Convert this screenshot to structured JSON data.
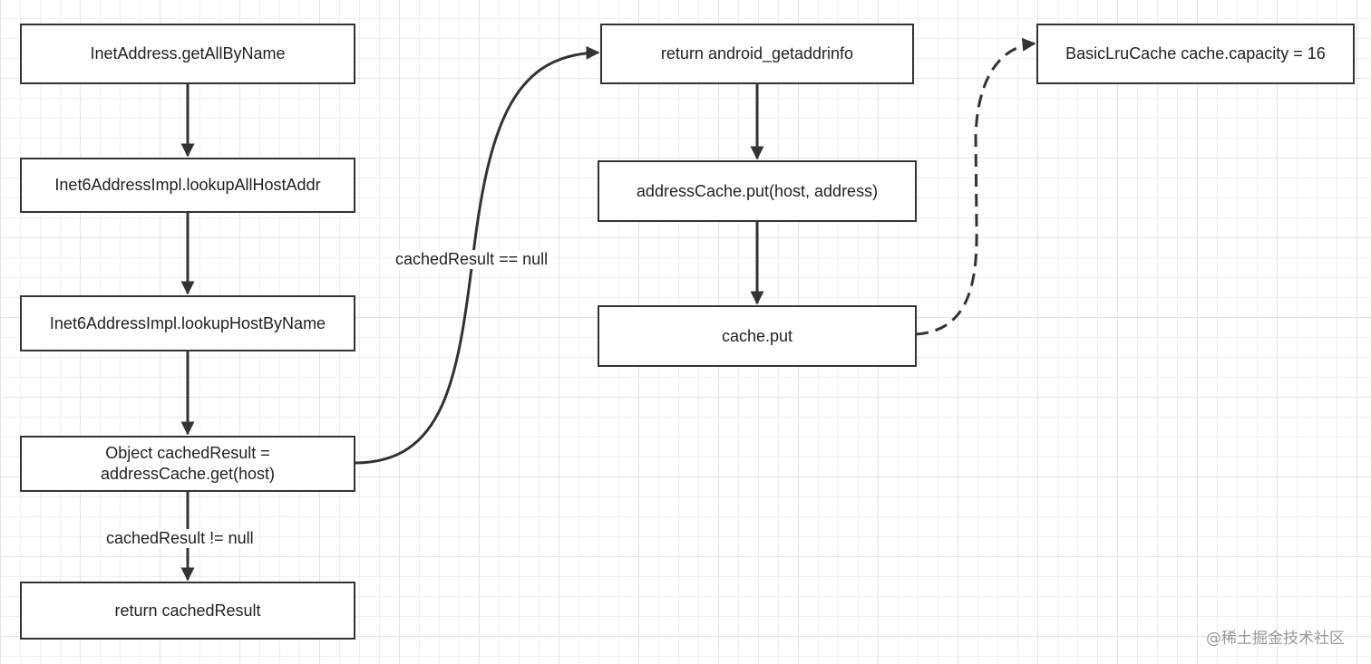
{
  "diagram": {
    "nodes": {
      "getAllByName": "InetAddress.getAllByName",
      "lookupAllHostAddr": "Inet6AddressImpl.lookupAllHostAddr",
      "lookupHostByName": "Inet6AddressImpl.lookupHostByName",
      "cacheGet_line1": "Object cachedResult =",
      "cacheGet_line2": "addressCache.get(host)",
      "returnCached": "return cachedResult",
      "returnGetaddrinfo": "return android_getaddrinfo",
      "addressCachePut": "addressCache.put(host, address)",
      "cachePut": "cache.put",
      "basicLruCache": "BasicLruCache cache.capacity = 16"
    },
    "edge_labels": {
      "cached_null": "cachedResult == null",
      "cached_not_null": "cachedResult != null"
    },
    "edges": [
      {
        "from": "getAllByName",
        "to": "lookupAllHostAddr",
        "style": "solid"
      },
      {
        "from": "lookupAllHostAddr",
        "to": "lookupHostByName",
        "style": "solid"
      },
      {
        "from": "lookupHostByName",
        "to": "cacheGet",
        "style": "solid"
      },
      {
        "from": "cacheGet",
        "to": "returnCached",
        "style": "solid",
        "label": "cachedResult != null"
      },
      {
        "from": "cacheGet",
        "to": "returnGetaddrinfo",
        "style": "solid",
        "label": "cachedResult == null"
      },
      {
        "from": "returnGetaddrinfo",
        "to": "addressCachePut",
        "style": "solid"
      },
      {
        "from": "addressCachePut",
        "to": "cachePut",
        "style": "solid"
      },
      {
        "from": "cachePut",
        "to": "basicLruCache",
        "style": "dashed"
      }
    ]
  },
  "watermark": "@稀土掘金技术社区",
  "colors": {
    "stroke": "#333333",
    "text": "#222222",
    "grid": "#e4e4e4"
  }
}
